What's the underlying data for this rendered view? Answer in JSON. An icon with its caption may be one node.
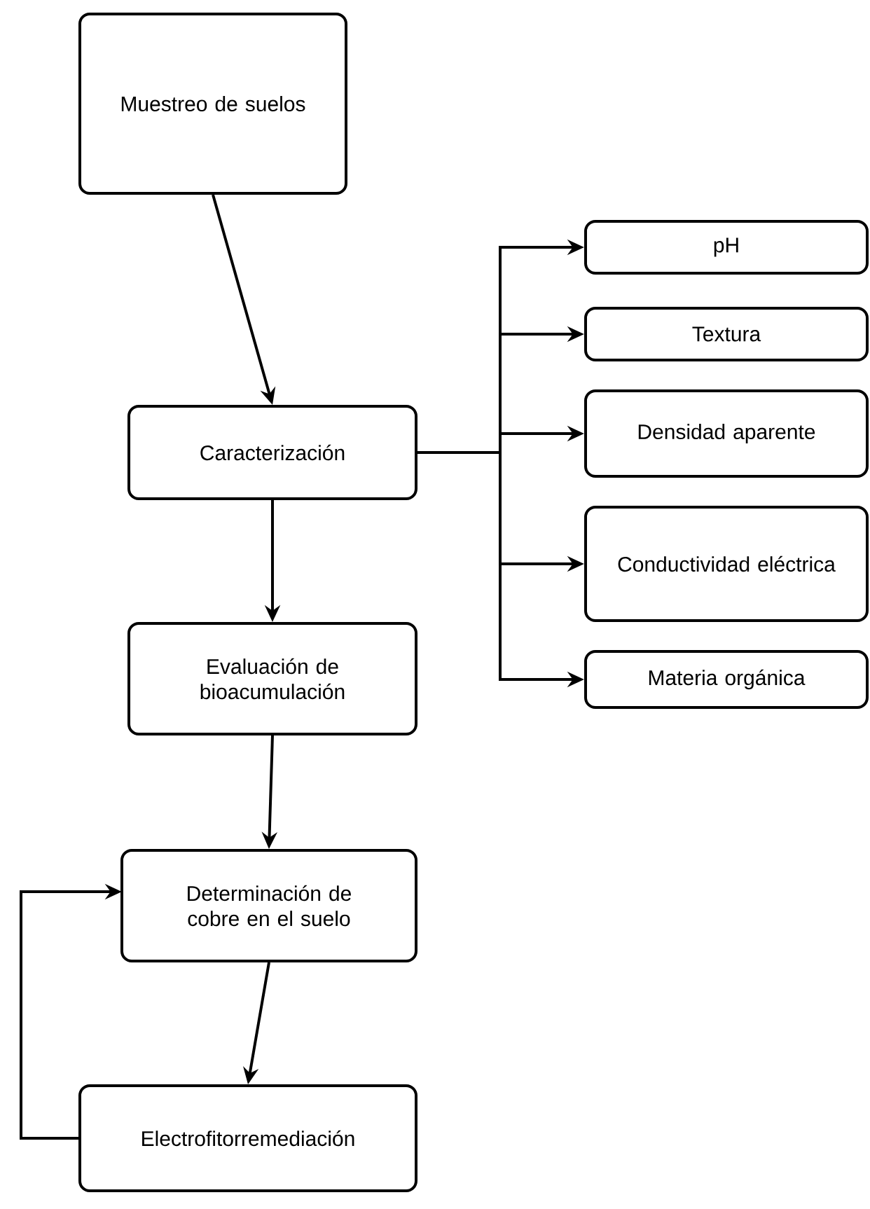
{
  "diagram": {
    "nodes": [
      {
        "text": [
          "Muestreo de suelos"
        ]
      },
      {
        "text": [
          "Caracterización"
        ]
      },
      {
        "text": [
          "Evaluación de bioacumulación"
        ]
      },
      {
        "text": [
          "Determinación de cobre en el suelo"
        ]
      },
      {
        "text": [
          "Electrofitorremediación"
        ]
      },
      {
        "text": [
          "pH"
        ]
      },
      {
        "text": [
          "Textura"
        ]
      },
      {
        "text": [
          "Densidad aparente"
        ]
      },
      {
        "text": [
          "Conductividad eléctrica"
        ]
      },
      {
        "text": [
          "Materia orgánica"
        ]
      }
    ],
    "edges": [
      {
        "from": 0,
        "to": 1,
        "arrow": "to"
      },
      {
        "from": 1,
        "to": 2,
        "arrow": "to"
      },
      {
        "from": 2,
        "to": 3,
        "arrow": "to"
      },
      {
        "from": 3,
        "to": 4,
        "arrow": "to"
      },
      {
        "from": 4,
        "to": 3,
        "arrow": "to"
      },
      {
        "from": 1,
        "to": 5,
        "arrow": "to"
      },
      {
        "from": 1,
        "to": 6,
        "arrow": "to"
      },
      {
        "from": 1,
        "to": 7,
        "arrow": "to"
      },
      {
        "from": 1,
        "to": 8,
        "arrow": "to"
      },
      {
        "from": 1,
        "to": 9,
        "arrow": "to"
      }
    ]
  }
}
